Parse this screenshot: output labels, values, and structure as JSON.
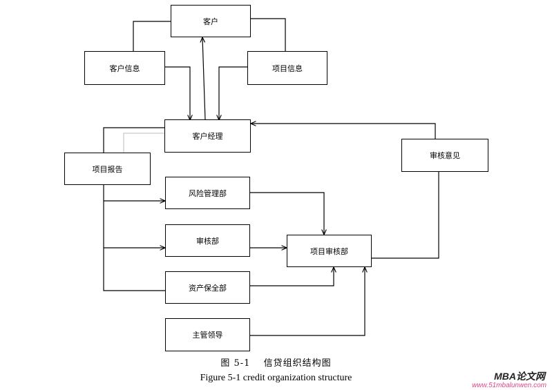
{
  "nodes": {
    "customer": "客户",
    "customer_info": "客户信息",
    "project_info": "项目信息",
    "account_manager": "客户经理",
    "project_report": "项目报告",
    "review_opinion": "审核意见",
    "risk_mgmt": "风险管理部",
    "audit_dept": "审核部",
    "project_review_dept": "项目审核部",
    "asset_preservation": "资产保全部",
    "supervisor": "主管领导"
  },
  "caption": {
    "cn": "图 5-1　 信贷组织结构图",
    "en": "Figure 5-1 credit organization structure"
  },
  "watermark": {
    "title": "MBA论文网",
    "url": "www.51mbalunwen.com"
  },
  "colors": {
    "line": "#000000",
    "light_line": "#bbbbbb",
    "watermark_url": "#e0458c"
  }
}
